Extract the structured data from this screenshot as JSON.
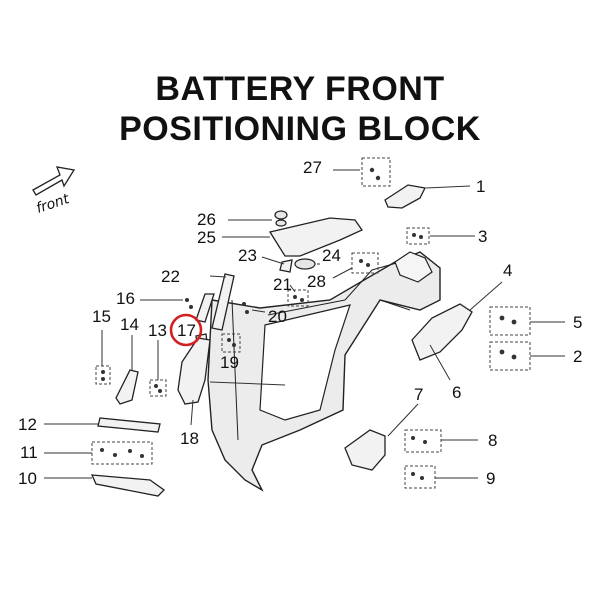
{
  "title": {
    "line1": "BATTERY FRONT",
    "line2": "POSITIONING BLOCK"
  },
  "direction": {
    "label": "front",
    "icon": "arrow-icon"
  },
  "highlight": {
    "part_number": "17",
    "color": "#d32020"
  },
  "callouts": [
    "1",
    "2",
    "3",
    "4",
    "5",
    "6",
    "7",
    "8",
    "9",
    "10",
    "11",
    "12",
    "13",
    "14",
    "15",
    "16",
    "17",
    "18",
    "19",
    "20",
    "21",
    "22",
    "23",
    "24",
    "25",
    "26",
    "27",
    "28"
  ]
}
